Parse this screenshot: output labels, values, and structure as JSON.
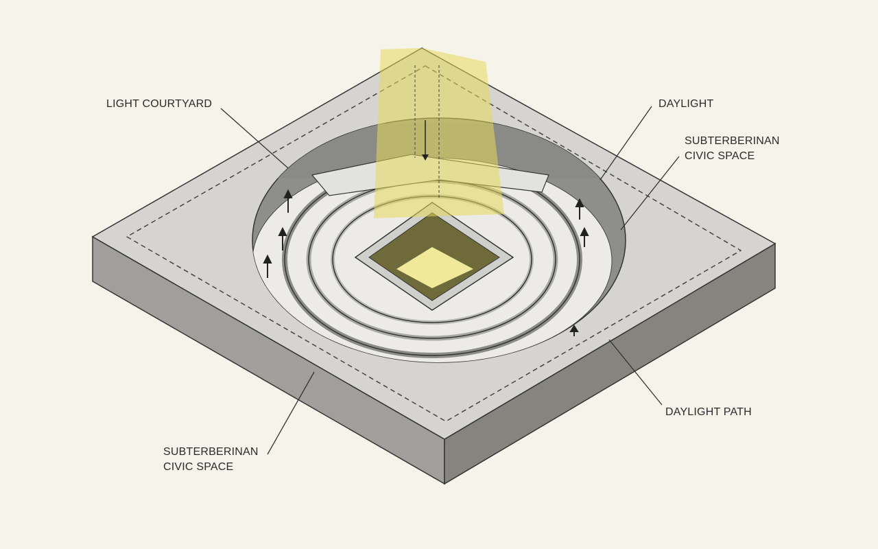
{
  "labels": {
    "light_courtyard": "LIGHT COURTYARD",
    "daylight": "DAYLIGHT",
    "civic_space_right_1": "SUBTERBERINAN",
    "civic_space_right_2": "CIVIC SPACE",
    "daylight_path": "DAYLIGHT PATH",
    "civic_space_left_1": "SUBTERBERINAN",
    "civic_space_left_2": "CIVIC SPACE"
  },
  "colors": {
    "background": "#f5f3ea",
    "slab_top": "#d6d6d4",
    "slab_left": "#9a9a98",
    "slab_right": "#7e7e7c",
    "floor": "#ececea",
    "daylight": "#e8dc6a"
  }
}
